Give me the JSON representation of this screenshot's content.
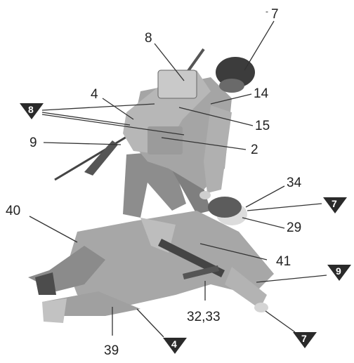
{
  "callouts": [
    {
      "id": "c-7-top",
      "text": "7",
      "marker": false
    },
    {
      "id": "c-8-top",
      "text": "8",
      "marker": false
    },
    {
      "id": "c-4-top",
      "text": "4",
      "marker": false
    },
    {
      "id": "c-14",
      "text": "14",
      "marker": false
    },
    {
      "id": "c-8-tri",
      "text": "8",
      "marker": true
    },
    {
      "id": "c-15",
      "text": "15",
      "marker": false
    },
    {
      "id": "c-9-left",
      "text": "9",
      "marker": false
    },
    {
      "id": "c-2",
      "text": "2",
      "marker": false
    },
    {
      "id": "c-34",
      "text": "34",
      "marker": false
    },
    {
      "id": "c-7-tri-mid",
      "text": "7",
      "marker": true
    },
    {
      "id": "c-40",
      "text": "40",
      "marker": false
    },
    {
      "id": "c-29",
      "text": "29",
      "marker": false
    },
    {
      "id": "c-41",
      "text": "41",
      "marker": false
    },
    {
      "id": "c-9-tri",
      "text": "9",
      "marker": true
    },
    {
      "id": "c-32-33",
      "text": "32,33",
      "marker": false
    },
    {
      "id": "c-39",
      "text": "39",
      "marker": false
    },
    {
      "id": "c-4-tri",
      "text": "4",
      "marker": true
    },
    {
      "id": "c-7-tri-bottom",
      "text": "7",
      "marker": true
    }
  ]
}
